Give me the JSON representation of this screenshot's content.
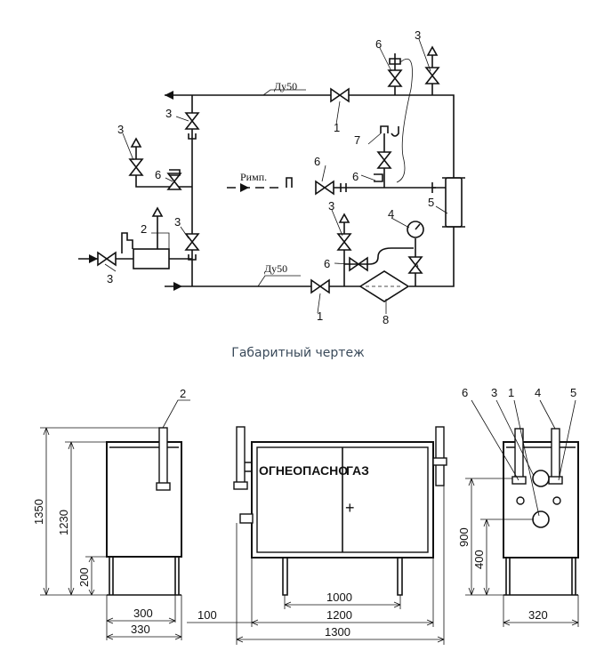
{
  "scheme": {
    "pipe_label_top": "Ду50",
    "pipe_label_bottom": "Ду50",
    "pressure_label": "Римп.",
    "callouts": {
      "c1a": "1",
      "c1b": "1",
      "c2": "2",
      "c3a": "3",
      "c3b": "3",
      "c3c": "3",
      "c3d": "3",
      "c3e": "3",
      "c3f": "3",
      "c4": "4",
      "c5": "5",
      "c6a": "6",
      "c6b": "6",
      "c6c": "6",
      "c6d": "6",
      "c6e": "6",
      "c7": "7",
      "c8": "8"
    }
  },
  "caption": "Габаритный чертеж",
  "drawing": {
    "side": {
      "callout": "2",
      "dim_total": "1350",
      "dim_body": "1230",
      "dim_legs": "200",
      "dim_w_inner": "300",
      "dim_w_outer": "330"
    },
    "front": {
      "door_text_left": "ОГНЕОПАСНО",
      "door_text_right": "ГАЗ",
      "plus": "+",
      "dim_legs": "1000",
      "dim_body": "1200",
      "dim_total": "1300",
      "dim_offset": "100"
    },
    "end": {
      "callouts": [
        "6",
        "3",
        "1",
        "4",
        "5"
      ],
      "dim_h1": "900",
      "dim_h2": "400",
      "dim_w": "320"
    }
  }
}
